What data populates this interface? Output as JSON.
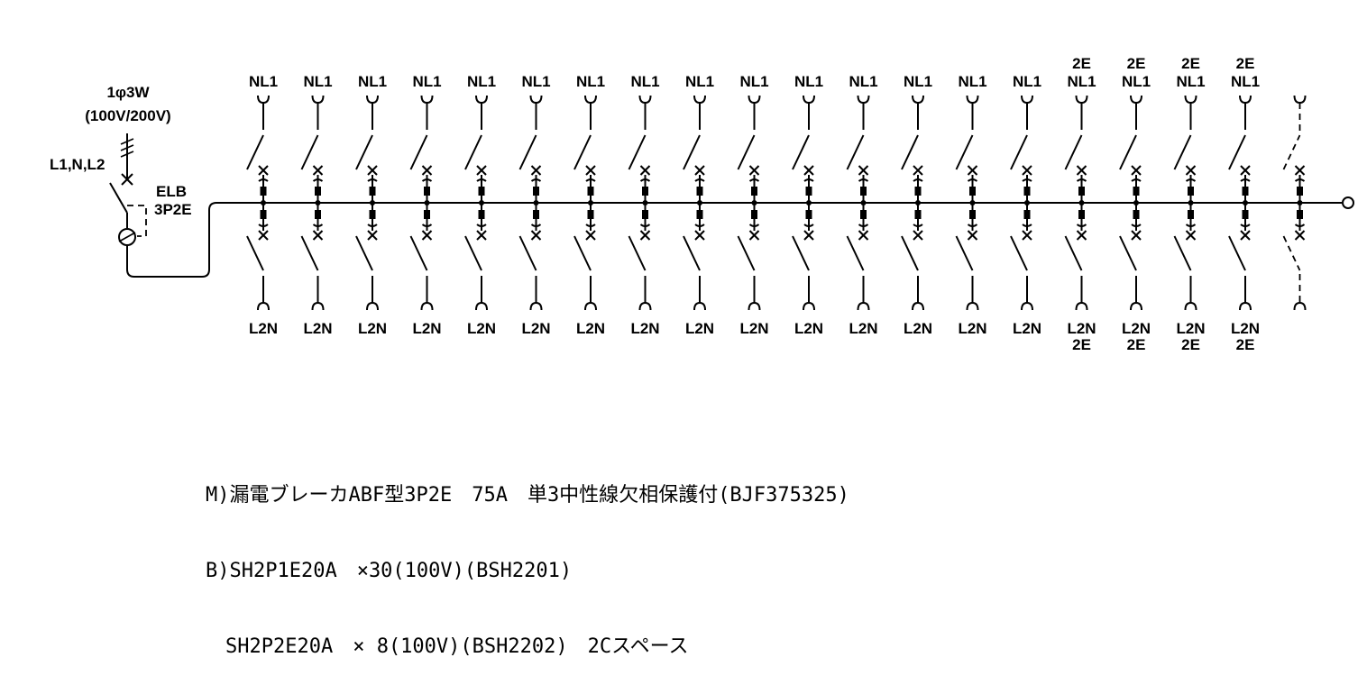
{
  "main_breaker": {
    "supply_phase": "1φ3W",
    "supply_voltage": "(100V/200V)",
    "supply_lines": "L1,N,L2",
    "type": "ELB",
    "poles": "3P2E"
  },
  "branches": [
    {
      "top": [
        "NL1"
      ],
      "bottom": [
        "L2N"
      ]
    },
    {
      "top": [
        "NL1"
      ],
      "bottom": [
        "L2N"
      ]
    },
    {
      "top": [
        "NL1"
      ],
      "bottom": [
        "L2N"
      ]
    },
    {
      "top": [
        "NL1"
      ],
      "bottom": [
        "L2N"
      ]
    },
    {
      "top": [
        "NL1"
      ],
      "bottom": [
        "L2N"
      ]
    },
    {
      "top": [
        "NL1"
      ],
      "bottom": [
        "L2N"
      ]
    },
    {
      "top": [
        "NL1"
      ],
      "bottom": [
        "L2N"
      ]
    },
    {
      "top": [
        "NL1"
      ],
      "bottom": [
        "L2N"
      ]
    },
    {
      "top": [
        "NL1"
      ],
      "bottom": [
        "L2N"
      ]
    },
    {
      "top": [
        "NL1"
      ],
      "bottom": [
        "L2N"
      ]
    },
    {
      "top": [
        "NL1"
      ],
      "bottom": [
        "L2N"
      ]
    },
    {
      "top": [
        "NL1"
      ],
      "bottom": [
        "L2N"
      ]
    },
    {
      "top": [
        "NL1"
      ],
      "bottom": [
        "L2N"
      ]
    },
    {
      "top": [
        "NL1"
      ],
      "bottom": [
        "L2N"
      ]
    },
    {
      "top": [
        "NL1"
      ],
      "bottom": [
        "L2N"
      ]
    },
    {
      "top": [
        "2E",
        "NL1"
      ],
      "bottom": [
        "L2N",
        "2E"
      ]
    },
    {
      "top": [
        "2E",
        "NL1"
      ],
      "bottom": [
        "L2N",
        "2E"
      ]
    },
    {
      "top": [
        "2E",
        "NL1"
      ],
      "bottom": [
        "L2N",
        "2E"
      ]
    },
    {
      "top": [
        "2E",
        "NL1"
      ],
      "bottom": [
        "L2N",
        "2E"
      ]
    },
    {
      "top": [],
      "bottom": [],
      "spare": true
    }
  ],
  "notes": [
    "M)漏電ブレーカABF型3P2E　75A　単3中性線欠相保護付(BJF375325)",
    "B)SH2P1E20A　×30(100V)(BSH2201)",
    "　SH2P2E20A　× 8(100V)(BSH2202)　2Cスペース"
  ]
}
